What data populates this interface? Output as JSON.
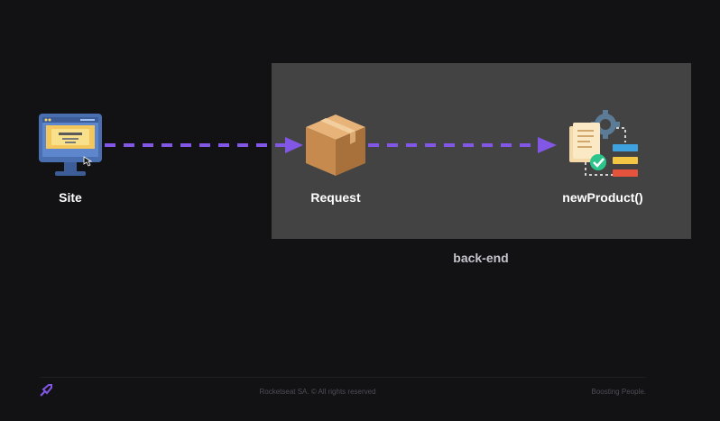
{
  "nodes": {
    "site": {
      "label": "Site",
      "icon": "monitor-icon"
    },
    "request": {
      "label": "Request",
      "icon": "package-box-icon"
    },
    "new_product": {
      "label": "newProduct()",
      "icon": "process-flow-icon"
    }
  },
  "groups": {
    "backend": {
      "label": "back-end"
    }
  },
  "edges": [
    {
      "from": "site",
      "to": "request",
      "style": "dashed"
    },
    {
      "from": "request",
      "to": "new_product",
      "style": "dashed"
    }
  ],
  "footer": {
    "copyright": "Rocketseat SA. © All rights reserved",
    "tagline": "Boosting People."
  },
  "colors": {
    "background": "#121214",
    "backend_box": "#434343",
    "arrow": "#8257e5"
  }
}
